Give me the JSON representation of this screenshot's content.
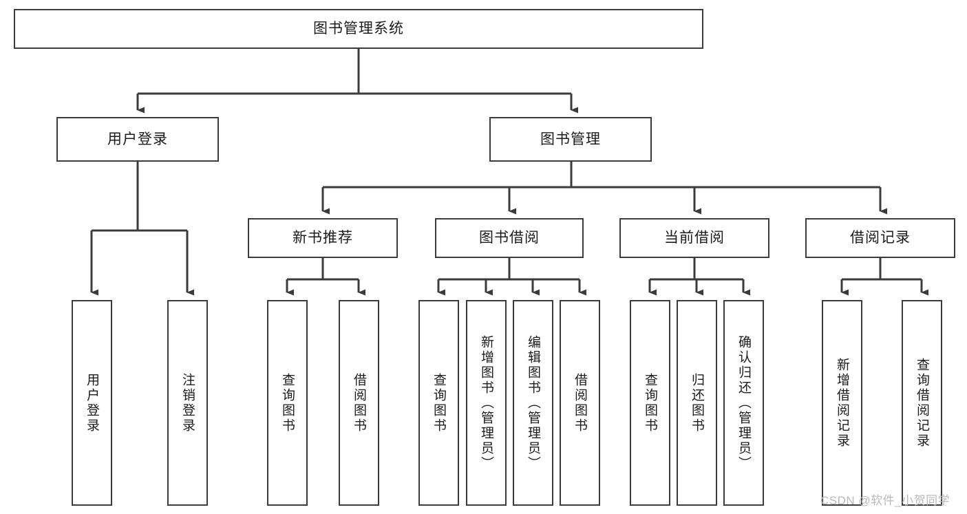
{
  "diagram": {
    "title": "图书管理系统",
    "type": "hierarchy-tree",
    "watermark": "CSDN @软件_小贺同学",
    "colors": {
      "stroke": "#3b3b3b",
      "fill": "#ffffff",
      "text": "#1b1b1b",
      "watermark": "#b9b9b9"
    },
    "nodes": {
      "root": "图书管理系统",
      "level1": {
        "user_login": "用户登录",
        "book_manage": "图书管理"
      },
      "level2": {
        "new_book_recommend": "新书推荐",
        "book_borrow": "图书借阅",
        "current_borrow": "当前借阅",
        "borrow_record": "借阅记录"
      },
      "leaves": {
        "user_login_1": "用户登录",
        "user_login_2": "注销登录",
        "recommend_1": "查询图书",
        "recommend_2": "借阅图书",
        "borrow_1": "查询图书",
        "borrow_2": "新增图书（管理员）",
        "borrow_3": "编辑图书（管理员）",
        "borrow_4": "借阅图书",
        "current_1": "查询图书",
        "current_2": "归还图书",
        "current_3": "确认归还（管理员）",
        "record_1": "新增借阅记录",
        "record_2": "查询借阅记录"
      }
    }
  }
}
